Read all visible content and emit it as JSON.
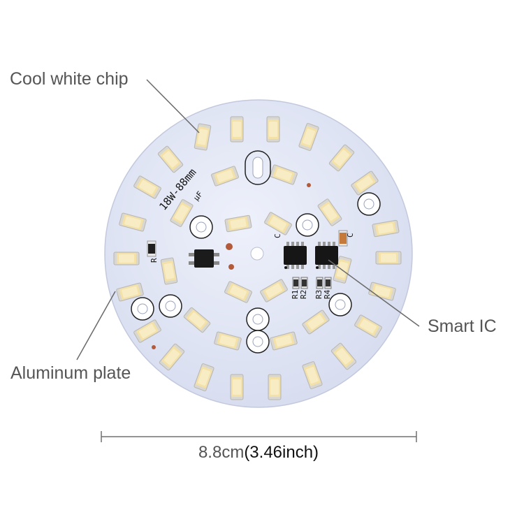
{
  "callouts": {
    "chip": "Cool white chip",
    "plate": "Aluminum plate",
    "ic": "Smart IC"
  },
  "dimension": {
    "value": "8.8cm",
    "inch": "(3.46inch)"
  },
  "board_silkscreen": {
    "model": "18W-88mm",
    "cap": "μF",
    "r_label": "R",
    "c_left": "C",
    "c_right": "C",
    "r1": "R1",
    "r2": "R2",
    "r3": "R3",
    "r4": "R4"
  },
  "colors": {
    "board": "#dde3f3",
    "led_body": "#f4e4b4",
    "led_cap": "#d8d6d0",
    "callout_text": "#555555"
  }
}
